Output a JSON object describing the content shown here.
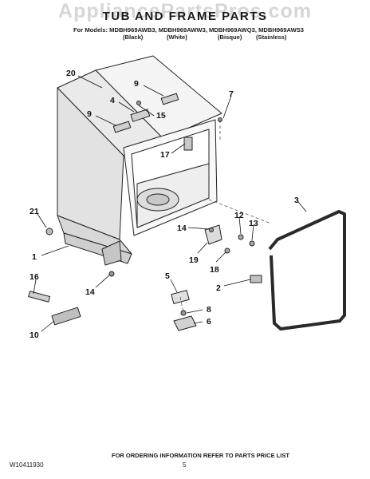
{
  "watermark": "AppliancePartsPros.com",
  "title": "TUB AND FRAME PARTS",
  "models_line": "For Models: MDBH969AWB3, MDBH969AWW3, MDBH969AWQ3, MDBH969AWS3",
  "finishes": [
    "(Black)",
    "(White)",
    "(Bisque)",
    "(Stainless)"
  ],
  "callouts": [
    "20",
    "9",
    "4",
    "15",
    "7",
    "9",
    "17",
    "3",
    "21",
    "12",
    "13",
    "14",
    "1",
    "19",
    "18",
    "16",
    "5",
    "2",
    "14",
    "8",
    "6",
    "10"
  ],
  "footer": {
    "ordering_note": "FOR ORDERING INFORMATION REFER TO PARTS PRICE LIST",
    "doc_number": "W10411930",
    "page_number": "5"
  }
}
